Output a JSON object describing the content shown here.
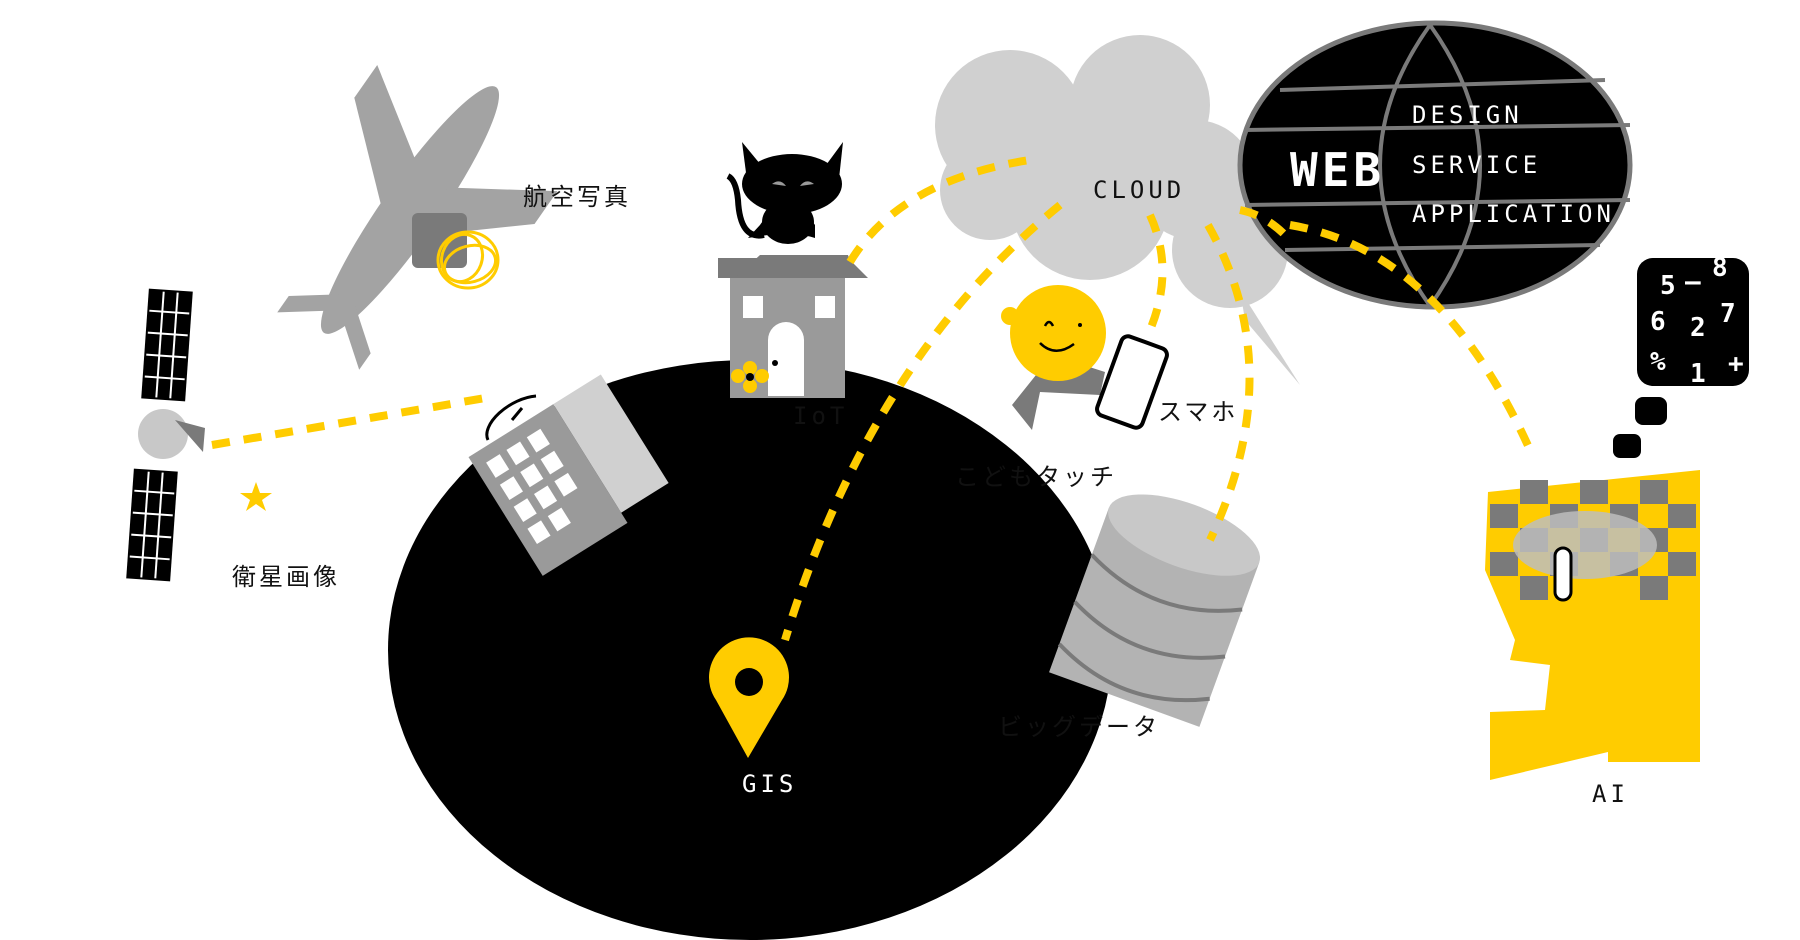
{
  "labels": {
    "aerial_photo": "航空写真",
    "satellite_image": "衛星画像",
    "iot": "IoT",
    "cloud": "CLOUD",
    "web": "WEB",
    "design": "DESIGN",
    "service": "SERVICE",
    "application": "APPLICATION",
    "smartphone": "スマホ",
    "kids_touch": "こどもタッチ",
    "big_data": "ビッグデータ",
    "gis": "GIS",
    "ai": "AI"
  },
  "thought_symbols": [
    "5",
    "—",
    "8",
    "6",
    "2",
    "7",
    "%",
    "1",
    "+"
  ],
  "colors": {
    "accent": "#ffcc00",
    "black": "#000000",
    "gray_dark": "#7a7a7a",
    "gray": "#9a9a9a",
    "gray_light": "#d0d0d0"
  }
}
